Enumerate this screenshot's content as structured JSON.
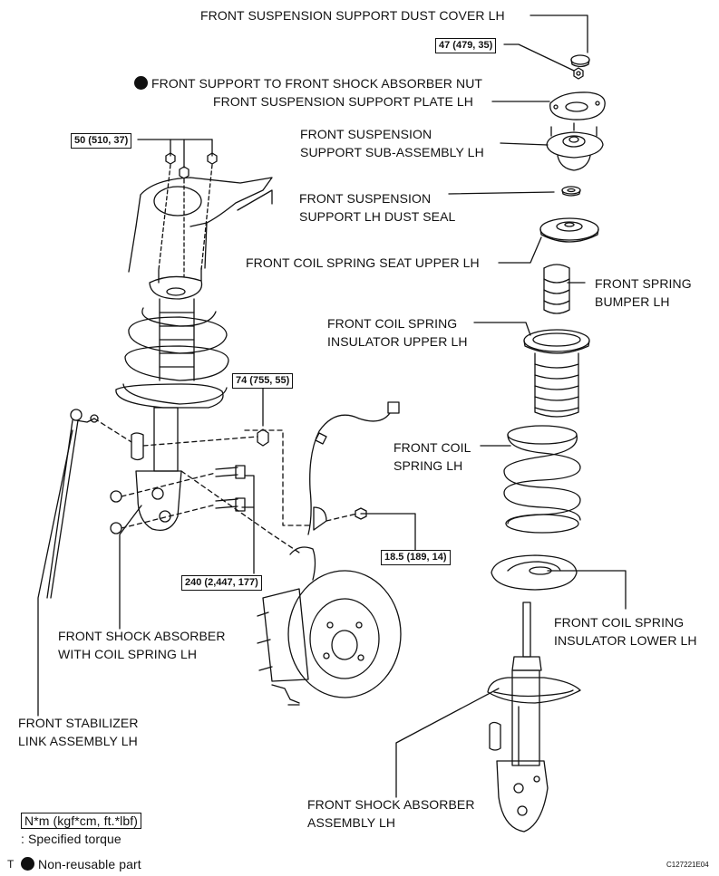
{
  "labels": {
    "dust_cover": "FRONT SUSPENSION SUPPORT DUST COVER LH",
    "nut": "FRONT SUPPORT TO FRONT SHOCK ABSORBER NUT",
    "plate": "FRONT SUSPENSION SUPPORT PLATE LH",
    "support_sub": "FRONT SUSPENSION\nSUPPORT SUB-ASSEMBLY LH",
    "dust_seal": "FRONT SUSPENSION\nSUPPORT LH DUST SEAL",
    "seat_upper": "FRONT COIL SPRING SEAT UPPER LH",
    "bumper": "FRONT SPRING\nBUMPER LH",
    "insulator_upper": "FRONT COIL SPRING\nINSULATOR UPPER LH",
    "coil_spring": "FRONT COIL\nSPRING LH",
    "insulator_lower": "FRONT COIL SPRING\nINSULATOR LOWER LH",
    "shock_coil": "FRONT SHOCK ABSORBER\nWITH COIL SPRING LH",
    "stabilizer": "FRONT STABILIZER\nLINK ASSEMBLY LH",
    "shock_assembly": "FRONT SHOCK ABSORBER\nASSEMBLY LH"
  },
  "torques": {
    "t47": "47 (479, 35)",
    "t50": "50 (510, 37)",
    "t74": "74 (755, 55)",
    "t185": "18.5 (189, 14)",
    "t240": "240 (2,447, 177)"
  },
  "legend": {
    "unit": "N*m (kgf*cm, ft.*lbf)",
    "specified": ": Specified torque",
    "nonreusable": "Non-reusable part"
  },
  "corner": {
    "left": "T",
    "code": "C127221E04"
  }
}
